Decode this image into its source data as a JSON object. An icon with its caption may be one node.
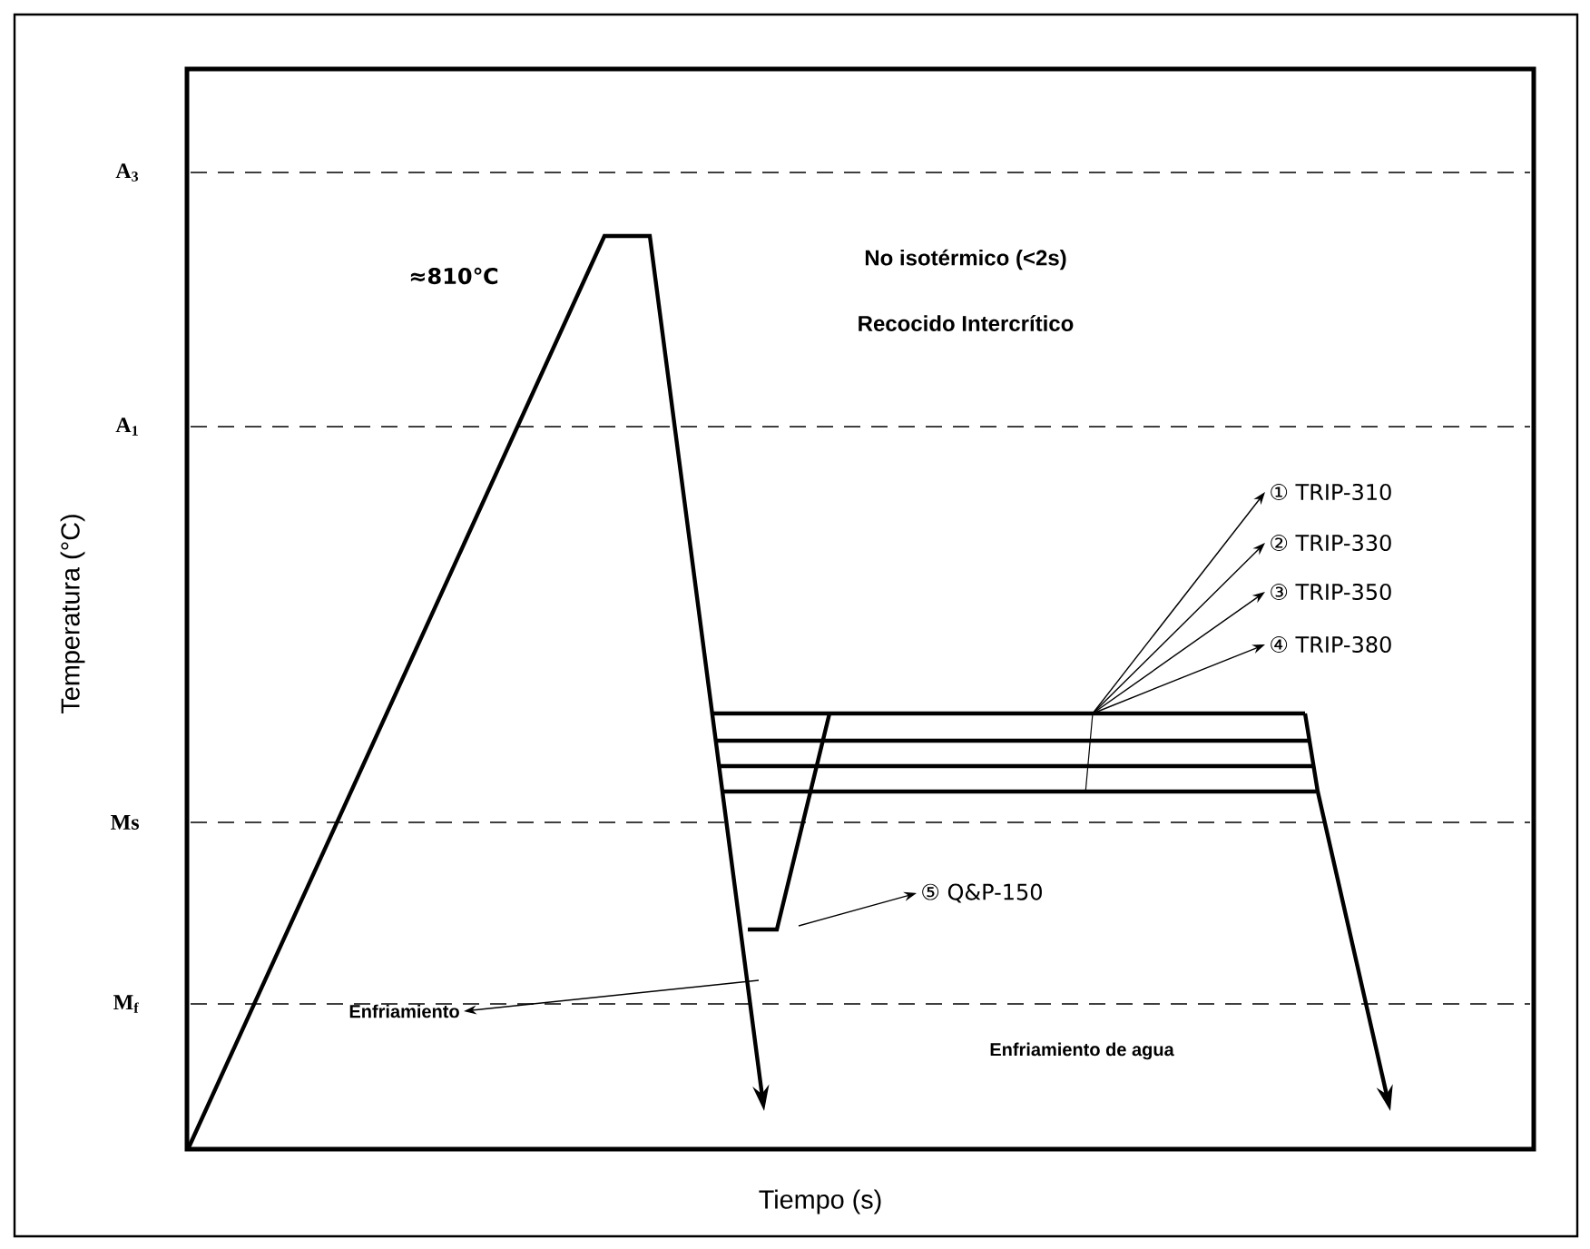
{
  "diagram": {
    "nodes": [
      {
        "text": [
          "① TRIP-310"
        ]
      },
      {
        "text": [
          "② TRIP-330"
        ]
      },
      {
        "text": [
          "③ TRIP-350"
        ]
      },
      {
        "text": [
          "④ TRIP-380"
        ]
      },
      {
        "text": [
          "⑤ Q&P-150"
        ]
      },
      {
        "text": [
          "Enfriamiento"
        ]
      }
    ],
    "edges": [
      {
        "from": null,
        "to": 0,
        "arrow": "to"
      },
      {
        "from": null,
        "to": 1,
        "arrow": "to"
      },
      {
        "from": null,
        "to": 2,
        "arrow": "to"
      },
      {
        "from": null,
        "to": 3,
        "arrow": "to"
      },
      {
        "from": null,
        "to": 4,
        "arrow": "to"
      },
      {
        "from": null,
        "to": 5,
        "arrow": "to"
      }
    ],
    "labels": [
      "A$_{3}$",
      "A$_{1}$",
      "Ms",
      "M$_{f}$",
      "≈810℃",
      "No isotérmico (<2s)",
      "Recocido Intercrítico",
      "Enfriamiento de agua",
      "Temperatura (°C)",
      "Tiempo (s)"
    ]
  }
}
